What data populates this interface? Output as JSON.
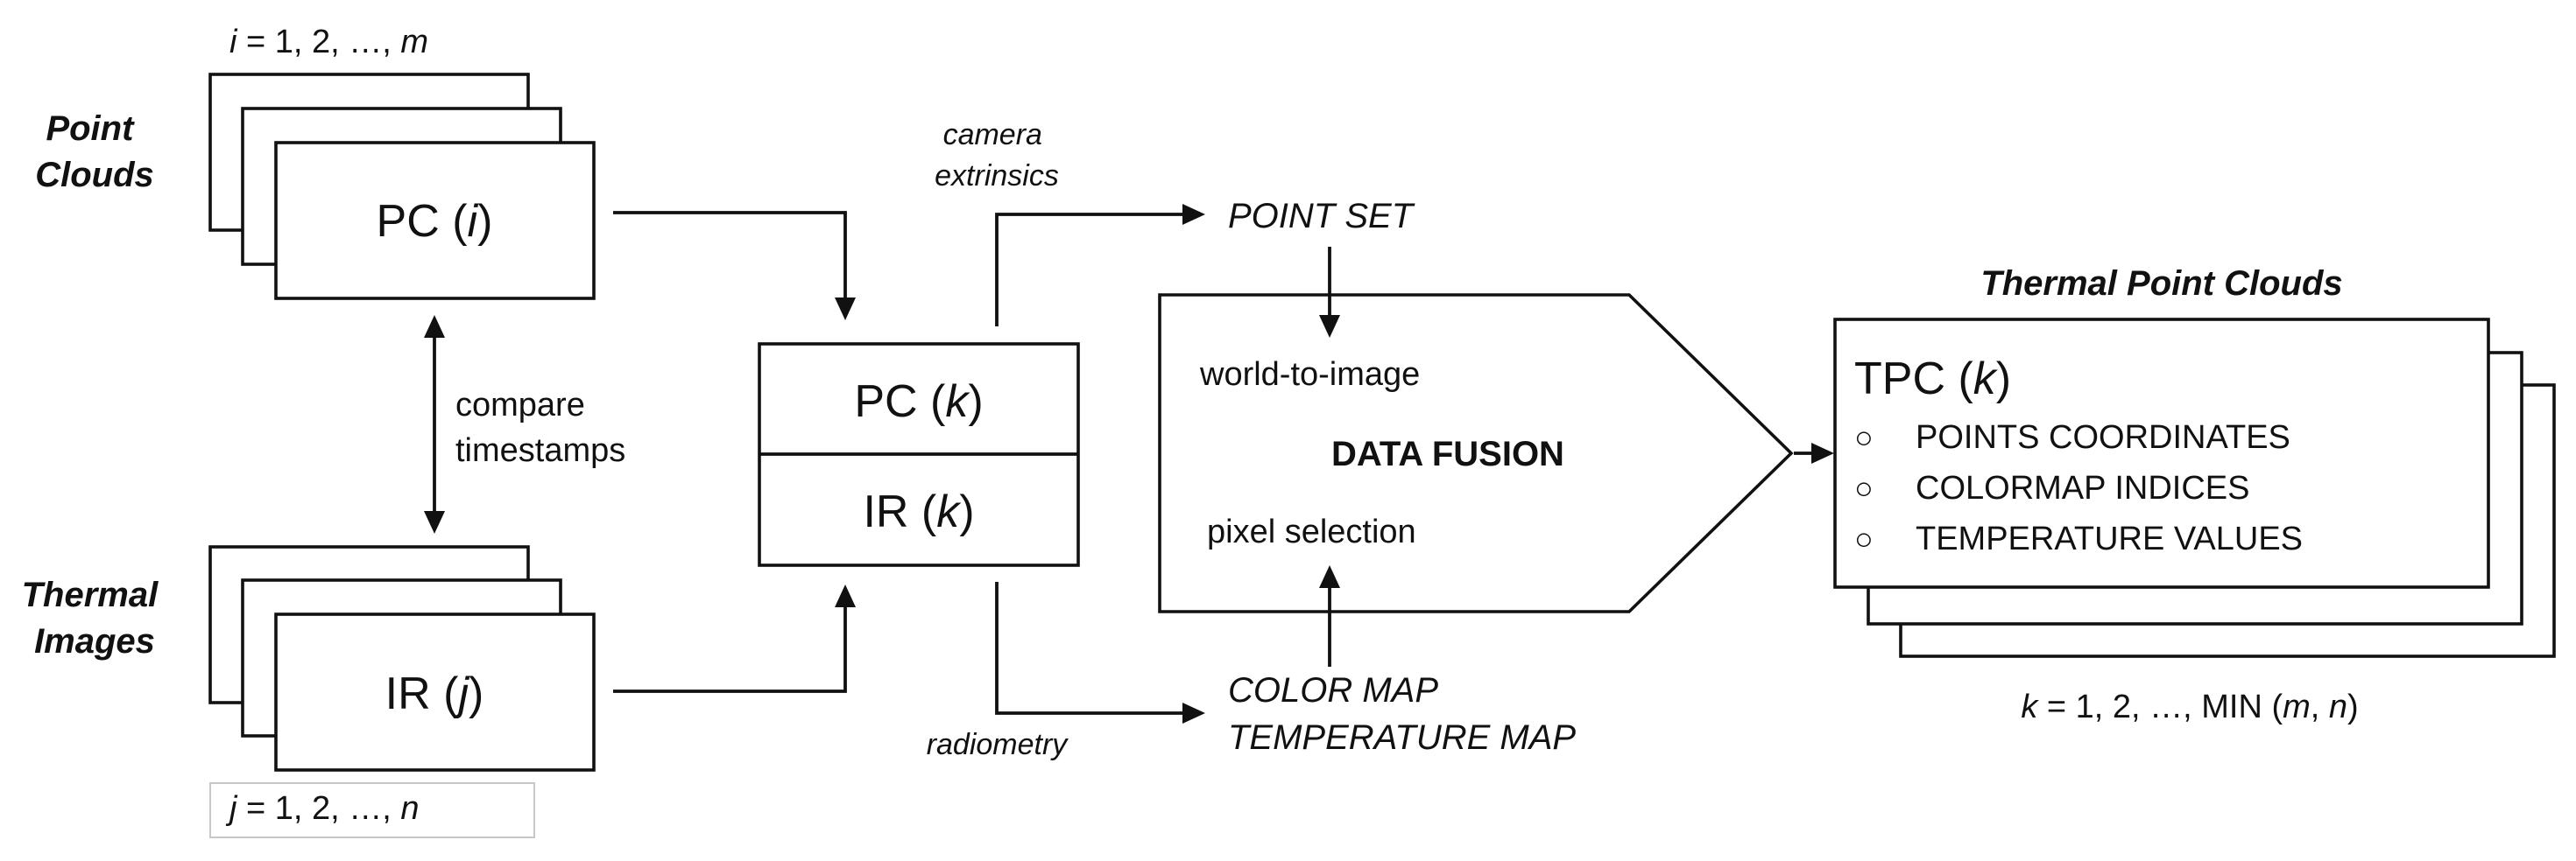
{
  "point_clouds": {
    "title_line1": "Point",
    "title_line2": "Clouds",
    "index_var": "i",
    "index_mid": " = 1, 2, …, ",
    "index_end": "m",
    "frame_prefix": "PC (",
    "frame_var": "i",
    "frame_suffix": ")"
  },
  "thermal_images": {
    "title_line1": "Thermal",
    "title_line2": "Images",
    "index_var": "j",
    "index_mid": " = 1, 2, …, ",
    "index_end": "n",
    "frame_prefix": "IR (",
    "frame_var": "j",
    "frame_suffix": ")"
  },
  "compare": {
    "line1": "compare",
    "line2": "timestamps"
  },
  "pair": {
    "pc_prefix": "PC (",
    "pc_var": "k",
    "pc_suffix": ")",
    "ir_prefix": "IR (",
    "ir_var": "k",
    "ir_suffix": ")"
  },
  "labels": {
    "camera_line1": "camera",
    "camera_line2": "extrinsics",
    "radiometry": "radiometry",
    "point_set": "POINT SET",
    "color_map": "COLOR MAP",
    "temperature_map": "TEMPERATURE MAP"
  },
  "fusion": {
    "title": "DATA FUSION",
    "world_to_image": "world-to-image",
    "pixel_selection": "pixel selection"
  },
  "output": {
    "title": "Thermal Point Clouds",
    "frame_prefix": "TPC (",
    "frame_var": "k",
    "frame_suffix": ")",
    "bullet": "○",
    "items": [
      "POINTS COORDINATES",
      "COLORMAP INDICES",
      "TEMPERATURE VALUES"
    ],
    "index_var": "k",
    "index_mid": " = 1, 2, …, MIN (",
    "index_m": "m",
    "index_sep": ", ",
    "index_n": "n",
    "index_end": ")"
  }
}
